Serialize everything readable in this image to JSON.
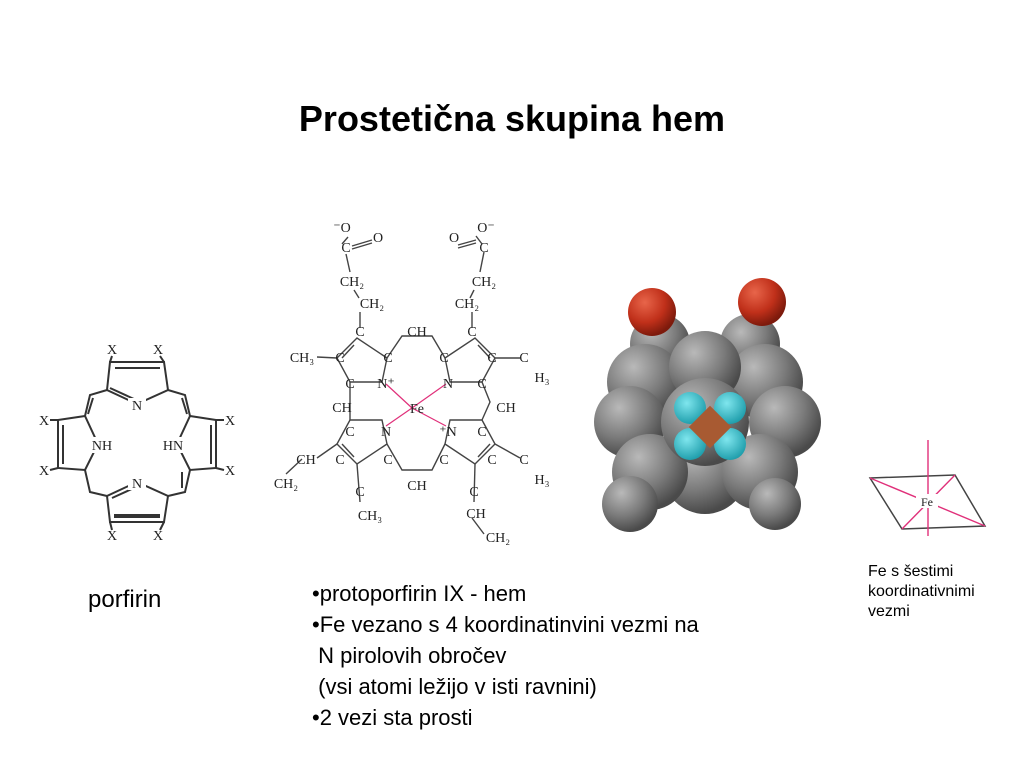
{
  "slide": {
    "title": "Prostetična skupina hem",
    "porfirin_caption": "porfirin",
    "bullets": [
      "•protoporfirin IX - hem",
      "•Fe vezano s 4 koordinatinvini vezmi na",
      " N pirolovih obročev",
      " (vsi atomi ležijo v isti ravnini)",
      "•2 vezi sta prosti"
    ],
    "fe_caption": [
      "Fe s šestimi",
      "koordinativnimi",
      "vezmi"
    ]
  },
  "porphyrin": {
    "substituent": "X",
    "nh_left": "NH",
    "nh_right": "HN",
    "n_label": "N"
  },
  "heme": {
    "o_minus": "O⁻",
    "o_left_minus": "⁻O",
    "o": "O",
    "c": "C",
    "ch2": "CH₂",
    "ch3": "CH₃",
    "ch": "CH",
    "h3": "H₃",
    "n": "N",
    "n_plus": "N⁺",
    "plus_n": "⁺N",
    "fe": "Fe"
  },
  "octahedron": {
    "fe": "Fe"
  },
  "colors": {
    "oxygen": "#c0301a",
    "carbon": "#7a7a7a",
    "nitrogen": "#22b8c4",
    "iron": "#a85a32",
    "bond_pink": "#e0307a"
  }
}
